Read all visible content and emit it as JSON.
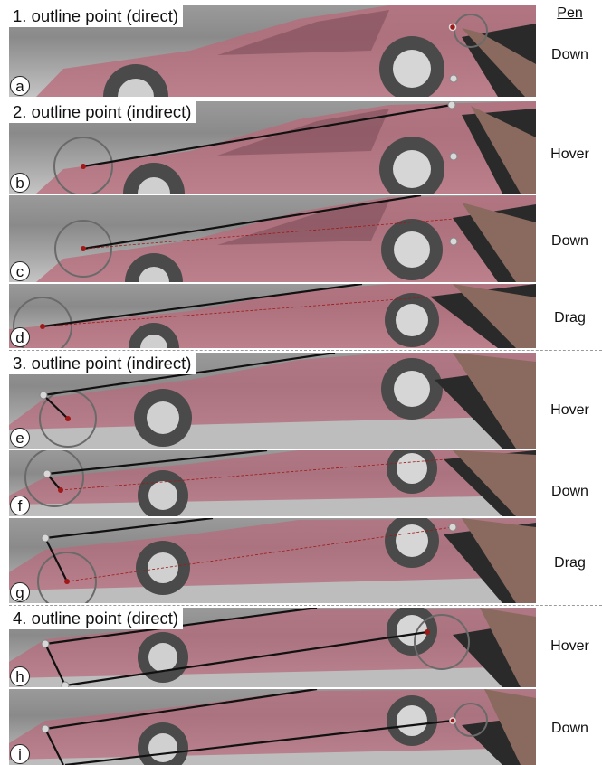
{
  "pen_header": "Pen",
  "steps": [
    {
      "title": "1. outline point (direct)"
    },
    {
      "title": "2. outline point (indirect)"
    },
    {
      "title": "3. outline point (indirect)"
    },
    {
      "title": "4. outline point (direct)"
    }
  ],
  "panels": [
    {
      "letter": "a",
      "state": "Down"
    },
    {
      "letter": "b",
      "state": "Hover"
    },
    {
      "letter": "c",
      "state": "Down"
    },
    {
      "letter": "d",
      "state": "Drag"
    },
    {
      "letter": "e",
      "state": "Hover"
    },
    {
      "letter": "f",
      "state": "Down"
    },
    {
      "letter": "g",
      "state": "Drag"
    },
    {
      "letter": "h",
      "state": "Hover"
    },
    {
      "letter": "i",
      "state": "Down"
    }
  ],
  "colors": {
    "car_body": "#b86a7a",
    "cursor_point": "#a01818",
    "outline_point": "#d8d8d8",
    "outline_line": "#111111"
  }
}
